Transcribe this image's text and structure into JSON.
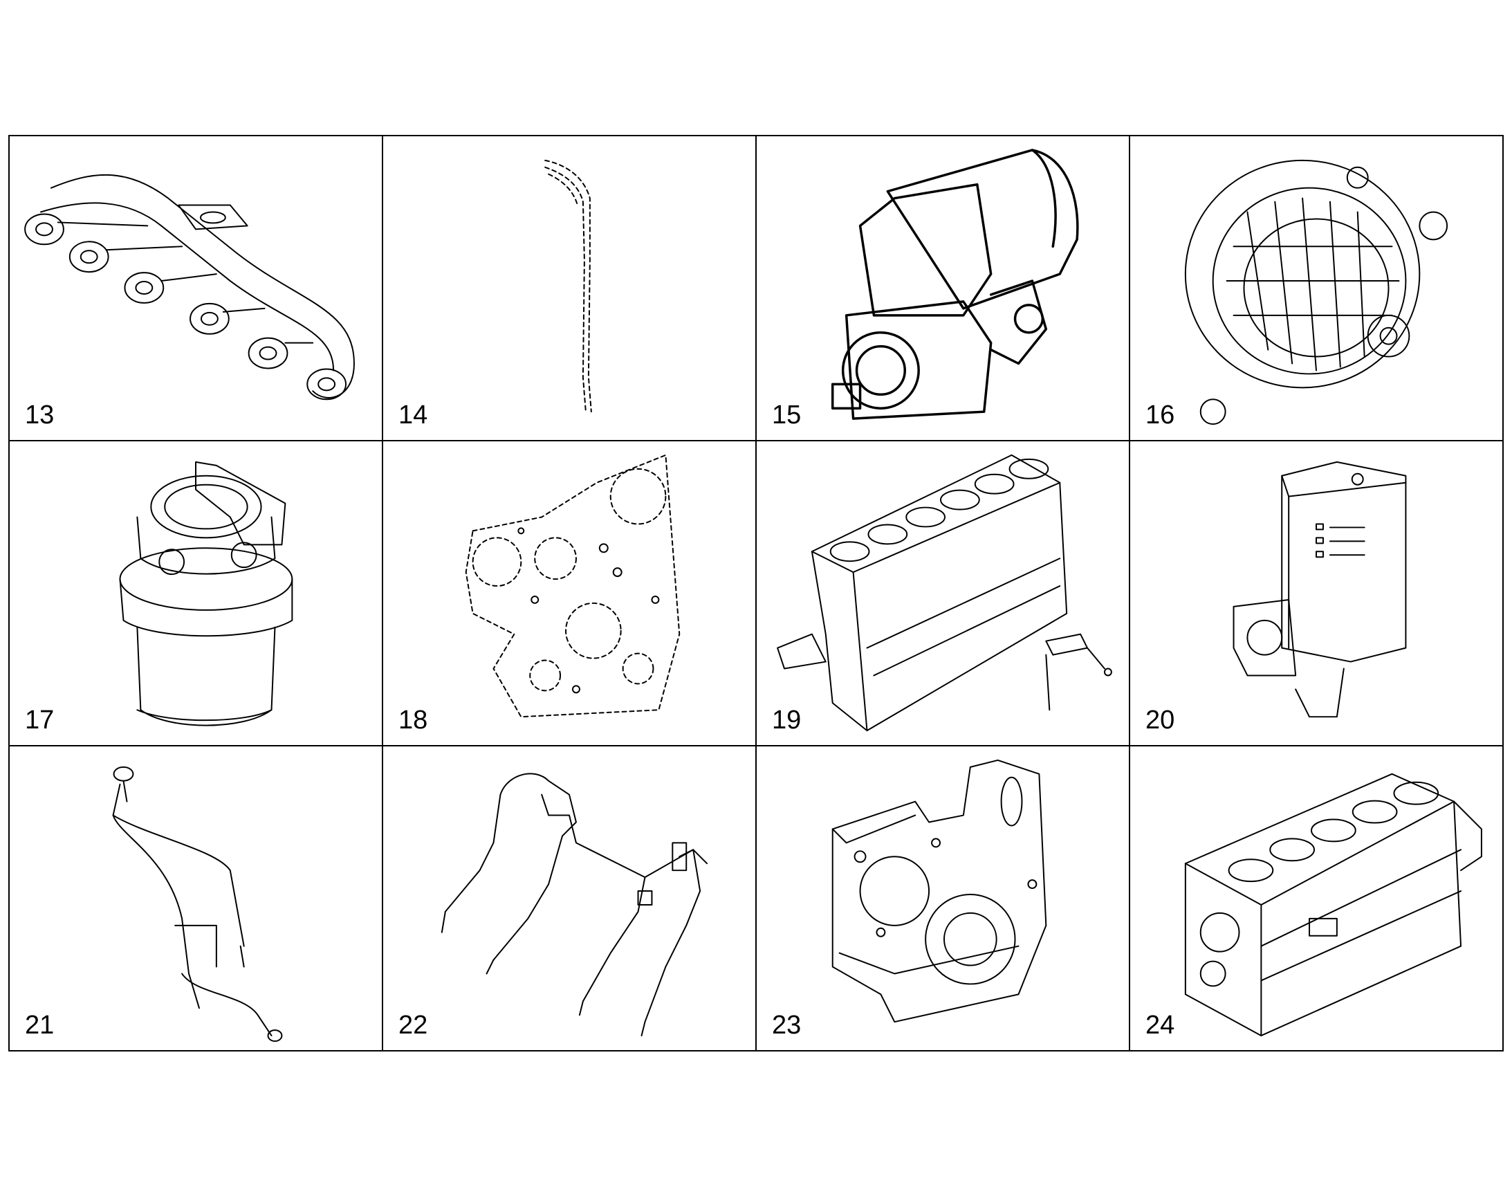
{
  "cells": [
    {
      "number": "13",
      "icon": "exhaust-manifold-icon"
    },
    {
      "number": "14",
      "icon": "tube-icon"
    },
    {
      "number": "15",
      "icon": "starter-motor-icon"
    },
    {
      "number": "16",
      "icon": "alternator-icon"
    },
    {
      "number": "17",
      "icon": "fuel-filter-icon"
    },
    {
      "number": "18",
      "icon": "gasket-icon"
    },
    {
      "number": "19",
      "icon": "cylinder-block-icon"
    },
    {
      "number": "20",
      "icon": "pump-icon"
    },
    {
      "number": "21",
      "icon": "dipstick-icon"
    },
    {
      "number": "22",
      "icon": "glow-plug-harness-icon"
    },
    {
      "number": "23",
      "icon": "timing-cover-icon"
    },
    {
      "number": "24",
      "icon": "engine-block-icon"
    }
  ]
}
